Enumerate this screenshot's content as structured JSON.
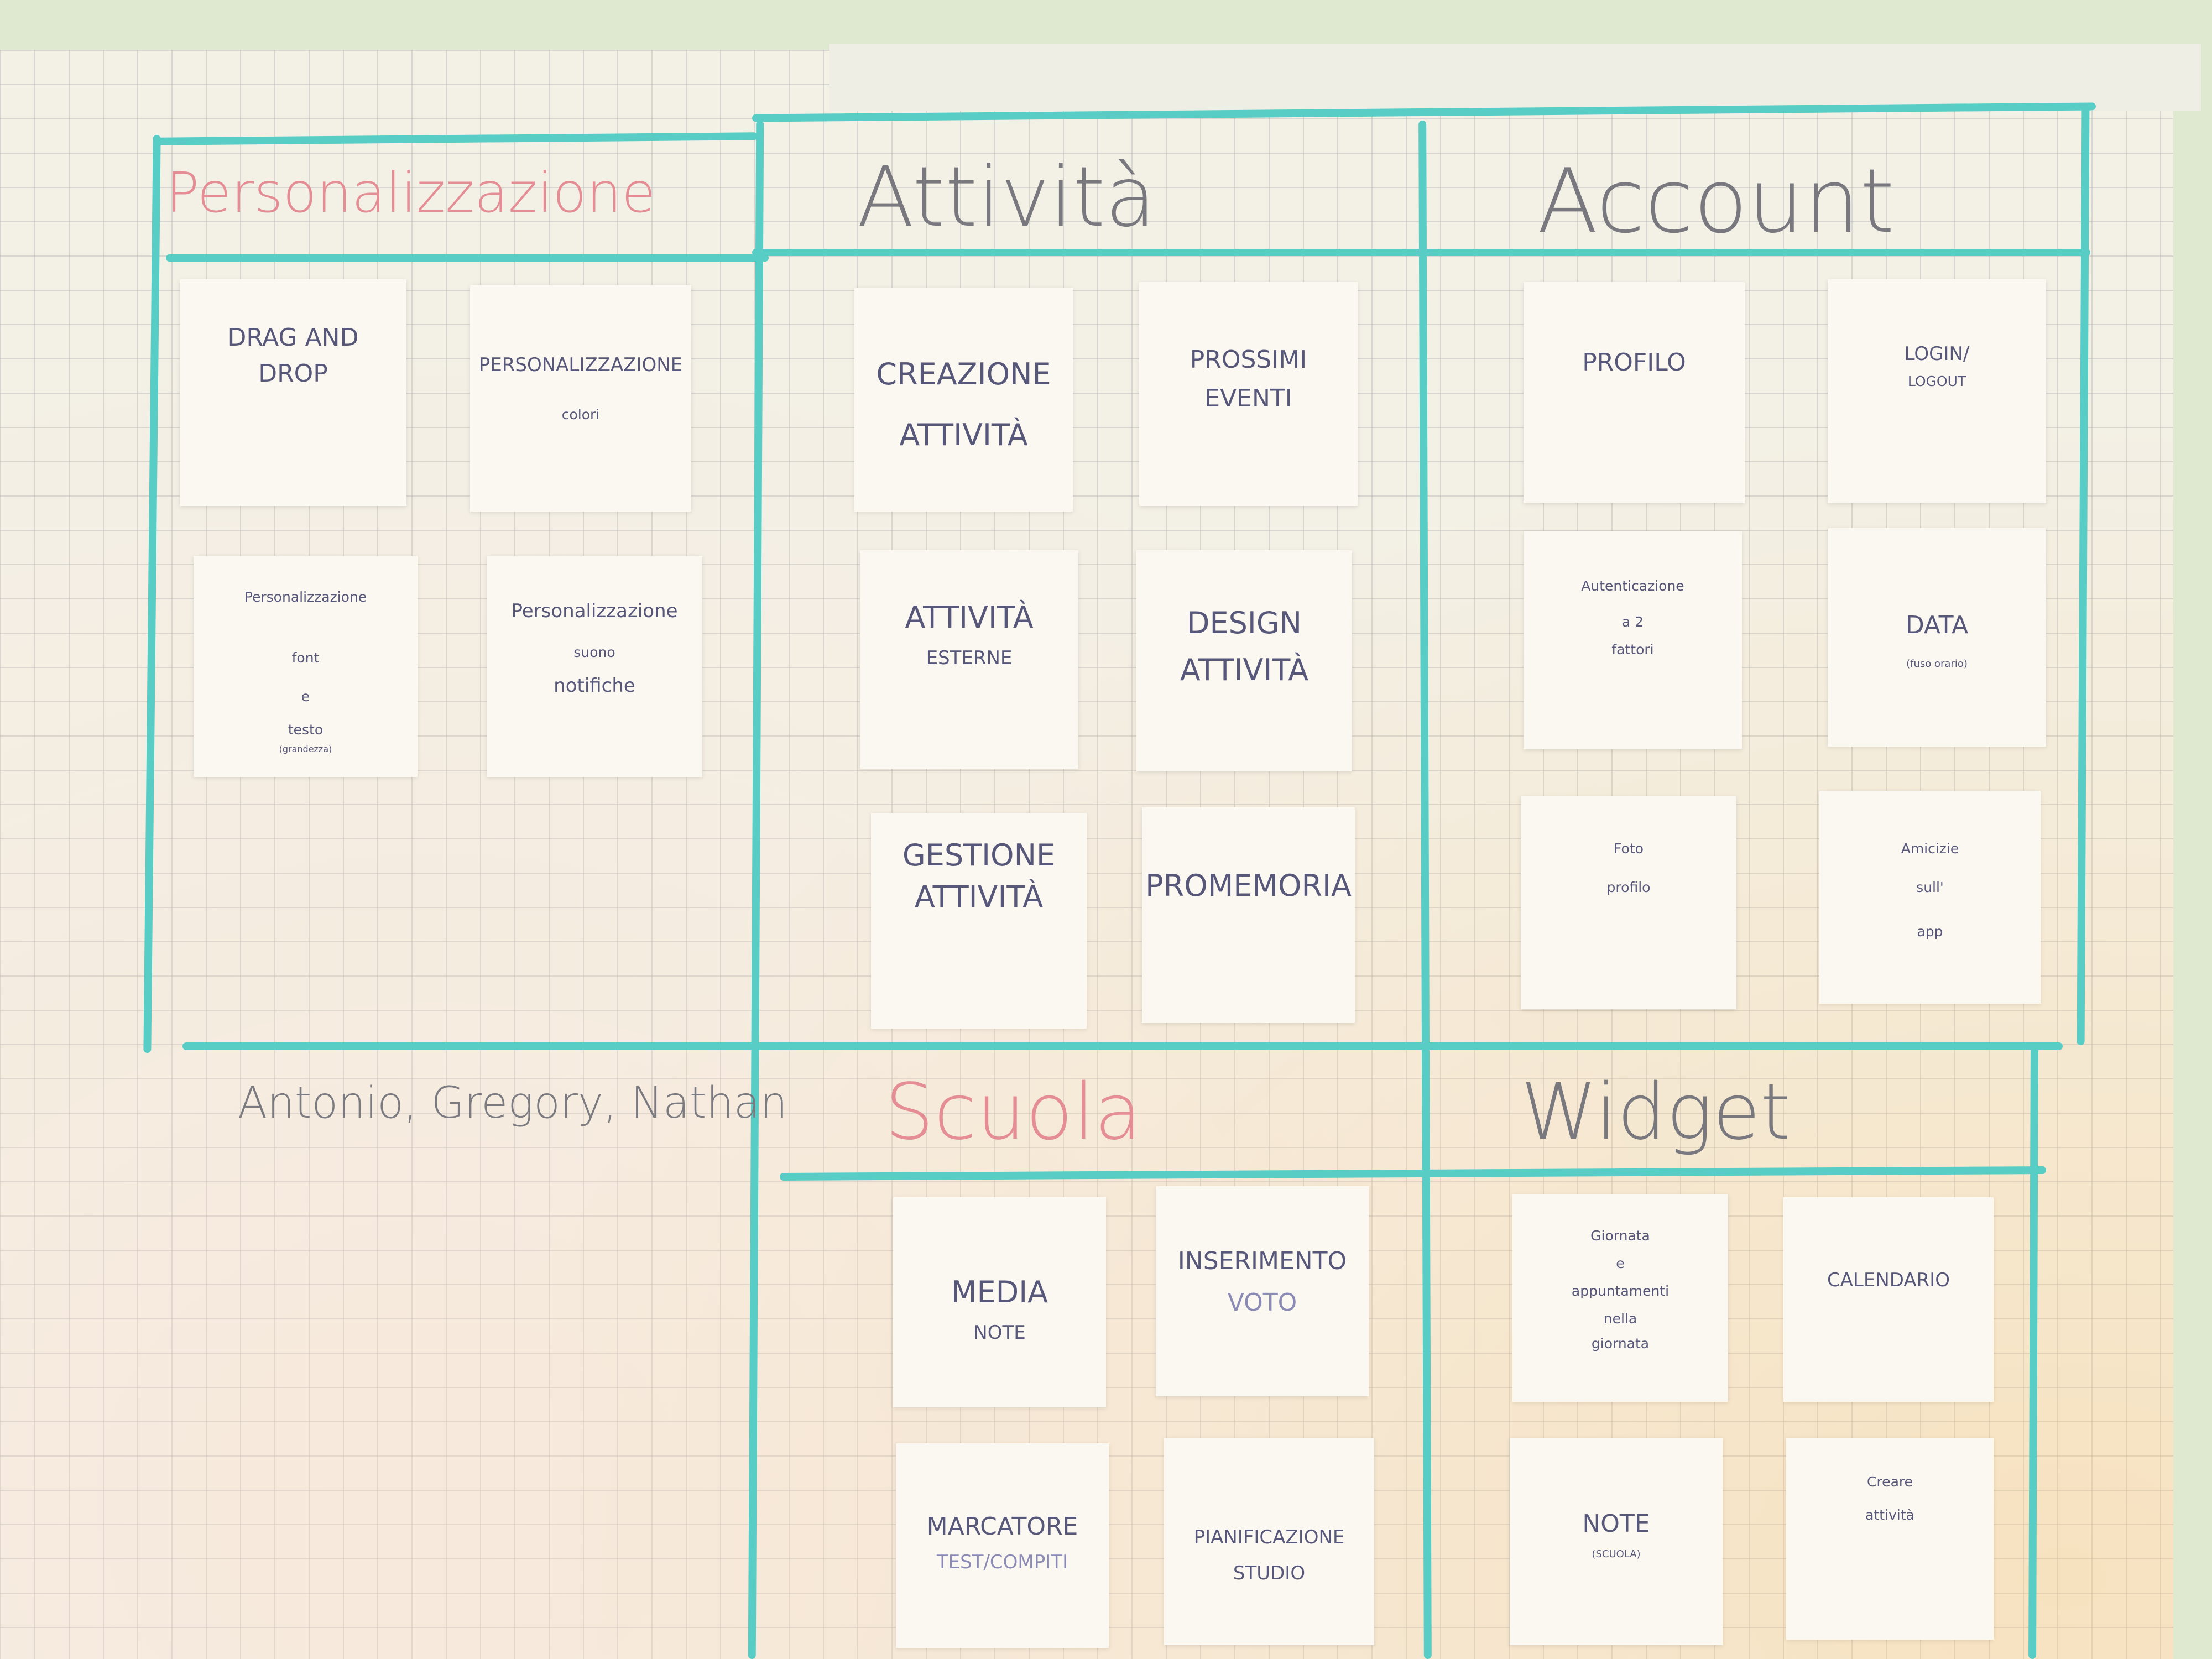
{
  "sections": {
    "personalizzazione": {
      "title": "Personalizzazione",
      "notes": [
        {
          "lines": [
            "DRAG AND",
            "DROP"
          ]
        },
        {
          "lines": [
            "PERSONALIZZAZIONE",
            "colori"
          ]
        },
        {
          "lines": [
            "Personalizzazione",
            "font",
            "e",
            "testo",
            "(grandezza)"
          ]
        },
        {
          "lines": [
            "Personalizzazione",
            "suono",
            "notifiche"
          ]
        }
      ]
    },
    "attivita": {
      "title": "Attività",
      "notes": [
        {
          "lines": [
            "CREAZIONE",
            "ATTIVITÀ"
          ]
        },
        {
          "lines": [
            "PROSSIMI",
            "EVENTI"
          ]
        },
        {
          "lines": [
            "ATTIVITÀ",
            "ESTERNE"
          ]
        },
        {
          "lines": [
            "DESIGN",
            "ATTIVITÀ"
          ]
        },
        {
          "lines": [
            "GESTIONE",
            "ATTIVITÀ"
          ]
        },
        {
          "lines": [
            "PROMEMORIA"
          ]
        }
      ]
    },
    "account": {
      "title": "Account",
      "notes": [
        {
          "lines": [
            "PROFILO"
          ]
        },
        {
          "lines": [
            "LOGIN/",
            "LOGOUT"
          ]
        },
        {
          "lines": [
            "Autenticazione",
            "a 2",
            "fattori"
          ]
        },
        {
          "lines": [
            "DATA",
            "(fuso orario)"
          ]
        },
        {
          "lines": [
            "Foto",
            "profilo"
          ]
        },
        {
          "lines": [
            "Amicizie",
            "sull'",
            "app"
          ]
        }
      ]
    },
    "scuola": {
      "title": "Scuola",
      "notes": [
        {
          "lines": [
            "MEDIA",
            "NOTE"
          ]
        },
        {
          "lines": [
            "INSERIMENTO",
            "VOTO"
          ]
        },
        {
          "lines": [
            "MARCATORE",
            "TEST/COMPITI"
          ]
        },
        {
          "lines": [
            "PIANIFICAZIONE",
            "STUDIO"
          ]
        }
      ]
    },
    "widget": {
      "title": "Widget",
      "notes": [
        {
          "lines": [
            "Giornata",
            "e",
            "appuntamenti",
            "nella",
            "giornata"
          ]
        },
        {
          "lines": [
            "CALENDARIO"
          ]
        },
        {
          "lines": [
            "NOTE",
            "(SCUOLA)"
          ]
        },
        {
          "lines": [
            "Creare",
            "attività"
          ]
        }
      ]
    }
  },
  "team_names": "Antonio, Gregory, Nathan",
  "colors": {
    "marker": "#57cdc5",
    "title_red": "#e58d95",
    "title_grey": "#78787e",
    "ink": "#57577a"
  }
}
